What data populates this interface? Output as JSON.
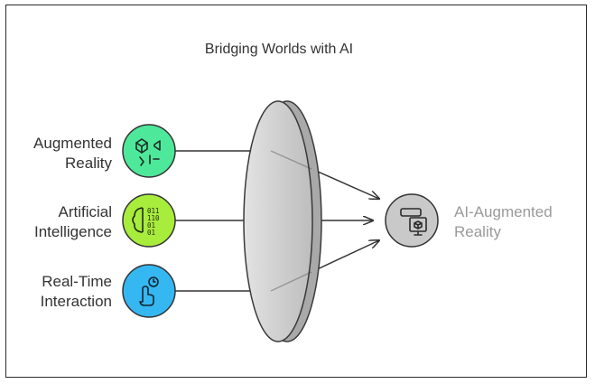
{
  "title": "Bridging Worlds with AI",
  "inputs": [
    {
      "line1": "Augmented",
      "line2": "Reality",
      "icon": "ar-cube-icon",
      "color": "#4ee89a"
    },
    {
      "line1": "Artificial",
      "line2": "Intelligence",
      "icon": "ai-brain-binary-icon",
      "color": "#a8ec3c"
    },
    {
      "line1": "Real-Time",
      "line2": "Interaction",
      "icon": "touch-clock-icon",
      "color": "#35b7f2"
    }
  ],
  "output": {
    "line1": "AI-Augmented",
    "line2": "Reality",
    "icon": "ar-headset-monitor-icon",
    "color": "#c9c9c9"
  },
  "lens_color": "#cfcfcf"
}
